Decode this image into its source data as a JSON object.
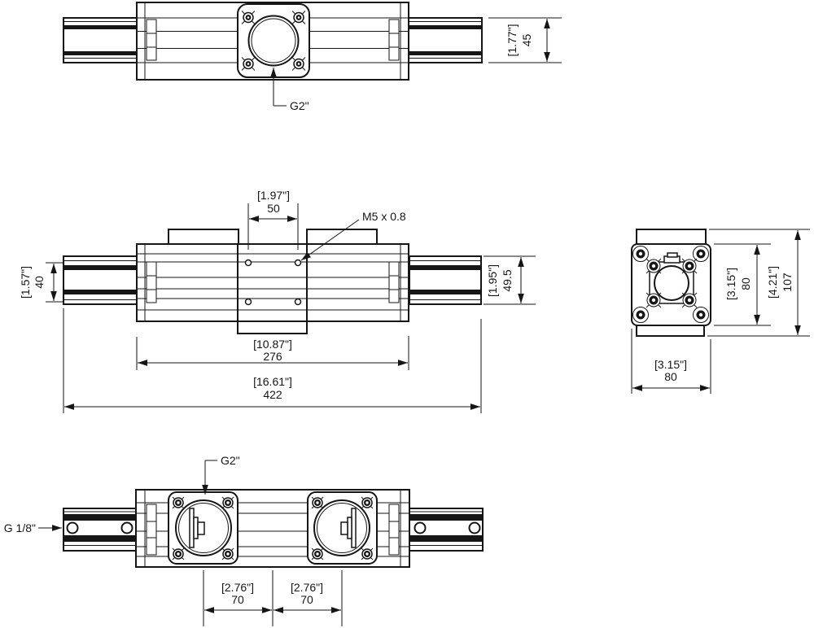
{
  "drawing": {
    "type": "engineering-dimension-drawing",
    "colors": {
      "line": "#161616",
      "background": "#ffffff"
    },
    "views": {
      "top": {
        "port_label": "G2\"",
        "dim_height": {
          "inch": "[1.77\"]",
          "mm": "45"
        }
      },
      "front": {
        "dim_hole_spacing": {
          "inch": "[1.97\"]",
          "mm": "50"
        },
        "thread_label": "M5 x 0.8",
        "dim_guide_height": {
          "inch": "[1.57\"]",
          "mm": "40"
        },
        "dim_rail_height": {
          "inch": "[1.95\"]",
          "mm": "49.5"
        },
        "dim_body_length": {
          "inch": "[10.87\"]",
          "mm": "276"
        },
        "dim_overall_length": {
          "inch": "[16.61\"]",
          "mm": "422"
        }
      },
      "side": {
        "dim_flange_height": {
          "inch": "[3.15\"]",
          "mm": "80"
        },
        "dim_overall_height": {
          "inch": "[4.21\"]",
          "mm": "107"
        },
        "dim_flange_width": {
          "inch": "[3.15\"]",
          "mm": "80"
        }
      },
      "bottom": {
        "port_label": "G2\"",
        "side_port_label": "G 1/8\"",
        "dim_port_offset_left": {
          "inch": "[2.76\"]",
          "mm": "70"
        },
        "dim_port_offset_right": {
          "inch": "[2.76\"]",
          "mm": "70"
        }
      }
    }
  }
}
